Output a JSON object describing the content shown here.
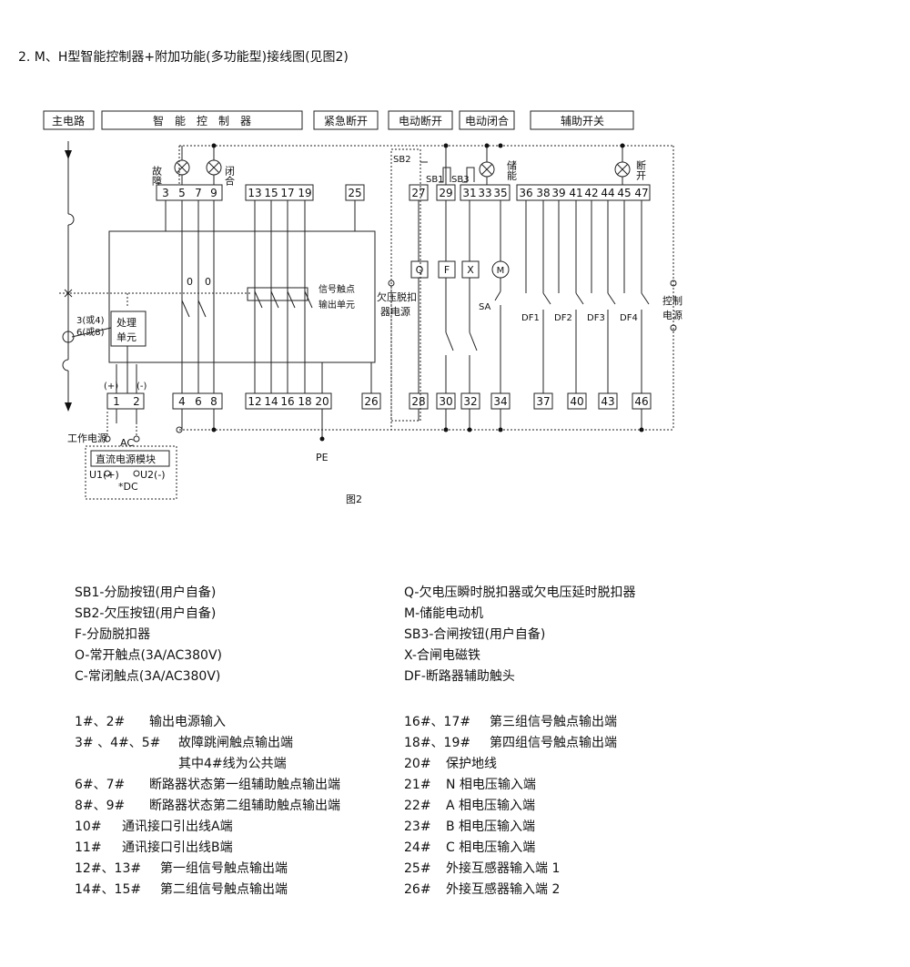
{
  "heading": "2. M、H型智能控制器+附加功能(多功能型)接线图(见图2)",
  "sections": [
    "主电路",
    "智　能　控　制　器",
    "紧急断开",
    "电动断开",
    "电动闭合",
    "辅助开关"
  ],
  "top_terminals": [
    "3",
    "5",
    "7",
    "9",
    "13",
    "15",
    "17",
    "19",
    "25",
    "27",
    "29",
    "31",
    "33",
    "35",
    "36",
    "38",
    "39",
    "41",
    "42",
    "44",
    "45",
    "47"
  ],
  "bottom_terminals": [
    "4",
    "6",
    "8",
    "12",
    "14",
    "16",
    "18",
    "20",
    "26",
    "28",
    "30",
    "32",
    "34",
    "37",
    "40",
    "43",
    "46"
  ],
  "power_terminals": [
    "1",
    "2"
  ],
  "labels": {
    "fault": "故障",
    "close": "闭合",
    "store": "储能",
    "open": "断开",
    "sb2": "SB2",
    "sb1": "SB1",
    "sb3": "SB3",
    "contact_o1": "0",
    "contact_o2": "0",
    "signal_unit_1": "信号触点",
    "signal_unit_2": "输出单元",
    "uv_1": "欠压脱扣",
    "uv_2": "器电源",
    "ctrl_1": "控制",
    "ctrl_2": "电源",
    "q": "Q",
    "f": "F",
    "x": "X",
    "m": "M",
    "sa": "SA",
    "df1": "DF1",
    "df2": "DF2",
    "df3": "DF3",
    "df4": "DF4",
    "ct_1": "3(或4)",
    "ct_2": "6(或8)",
    "proc_1": "处理",
    "proc_2": "单元",
    "plus": "(+)",
    "minus": "(-)",
    "work_power": "工作电源",
    "ac": "AC",
    "dc_module": "直流电源模块",
    "u1": "U1(+)",
    "u2": "U2(-)",
    "dc": "*DC",
    "pe": "PE",
    "figure": "图2"
  },
  "legend_left": [
    "SB1-分励按钮(用户自备)",
    "SB2-欠压按钮(用户自备)",
    "F-分励脱扣器",
    "O-常开触点(3A/AC380V)",
    "C-常闭触点(3A/AC380V)"
  ],
  "legend_right": [
    "Q-欠电压瞬时脱扣器或欠电压延时脱扣器",
    "M-储能电动机",
    "SB3-合闸按钮(用户自备)",
    "X-合闸电磁铁",
    "DF-断路器辅助触头"
  ],
  "terms_left": [
    {
      "key": "1#、2#",
      "desc": "输出电源输入"
    },
    {
      "key": "3# 、4#、5#",
      "desc": "故障跳闸触点输出端"
    },
    {
      "key": "",
      "desc": "其中4#线为公共端"
    },
    {
      "key": "6#、7#",
      "desc": "断路器状态第一组辅助触点输出端"
    },
    {
      "key": "8#、9#",
      "desc": "断路器状态第二组辅助触点输出端"
    },
    {
      "key": "10#",
      "desc": "通讯接口引出线A端"
    },
    {
      "key": "11#",
      "desc": "通讯接口引出线B端"
    },
    {
      "key": "12#、13#",
      "desc": "第一组信号触点输出端"
    },
    {
      "key": "14#、15#",
      "desc": "第二组信号触点输出端"
    }
  ],
  "terms_right": [
    {
      "key": "16#、17#",
      "desc": "第三组信号触点输出端"
    },
    {
      "key": "18#、19#",
      "desc": "第四组信号触点输出端"
    },
    {
      "key": "20#",
      "desc": "保护地线"
    },
    {
      "key": "21#",
      "desc": "N  相电压输入端"
    },
    {
      "key": "22#",
      "desc": "A  相电压输入端"
    },
    {
      "key": "23#",
      "desc": "B  相电压输入端"
    },
    {
      "key": "24#",
      "desc": "C  相电压输入端"
    },
    {
      "key": "25#",
      "desc": "外接互感器输入端 1"
    },
    {
      "key": "26#",
      "desc": "外接互感器输入端 2"
    }
  ]
}
